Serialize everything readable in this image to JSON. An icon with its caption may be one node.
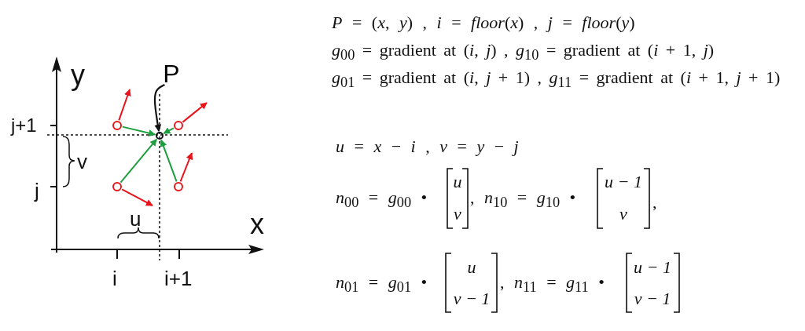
{
  "diagram": {
    "nodes": [
      {
        "text": [
          "P"
        ]
      },
      {
        "text": [],
        "shape": "circle"
      },
      {
        "text": [],
        "shape": "circle"
      },
      {
        "text": [],
        "shape": "circle"
      },
      {
        "text": [],
        "shape": "circle"
      },
      {
        "text": [],
        "shape": "circle"
      }
    ],
    "edges": [
      {
        "from": 0,
        "to": 1,
        "arrow": "to",
        "color": "#111111"
      },
      {
        "from": 2,
        "to": 1,
        "arrow": "to",
        "color": "#1e9e3e"
      },
      {
        "from": 3,
        "to": 1,
        "arrow": "to",
        "color": "#1e9e3e"
      },
      {
        "from": 4,
        "to": 1,
        "arrow": "to",
        "color": "#1e9e3e"
      },
      {
        "from": 5,
        "to": 1,
        "arrow": "to",
        "color": "#1e9e3e"
      },
      {
        "from": 2,
        "to": null,
        "arrow": "to",
        "color": "#e8141b"
      },
      {
        "from": 3,
        "to": null,
        "arrow": "to",
        "color": "#e8141b"
      },
      {
        "from": 4,
        "to": null,
        "arrow": "to",
        "color": "#e8141b"
      },
      {
        "from": 5,
        "to": null,
        "arrow": "to",
        "color": "#e8141b"
      }
    ],
    "labels": [
      "y",
      "x",
      "j+1",
      "j",
      "v",
      "i",
      "i+1",
      "u",
      "*P* = (*x*, *y*) , *i* = *floor*(*x*) , *j* = *floor*(*y*)",
      "*g*$_{00}$ = gradient at (*i*, *j*) , *g*$_{10}$ = gradient at (*i* + 1, *j*)",
      "*g*$_{01}$ = gradient at (*i*, *j* + 1) , *g*$_{11}$ = gradient at (*i* + 1, *j* + 1)",
      "*u* = *x* − *i* , *v* = *y* − *j*",
      "*n*$_{00}$ = *g*$_{00}$ •",
      "u",
      "v",
      ", *n*$_{10}$ = *g*$_{10}$ •",
      "u − 1",
      "v",
      ",",
      "*n*$_{01}$ = *g*$_{01}$ •",
      "u",
      "v − 1",
      ", *n*$_{11}$ = *g*$_{11}$ •",
      "u − 1",
      "v − 1"
    ]
  }
}
